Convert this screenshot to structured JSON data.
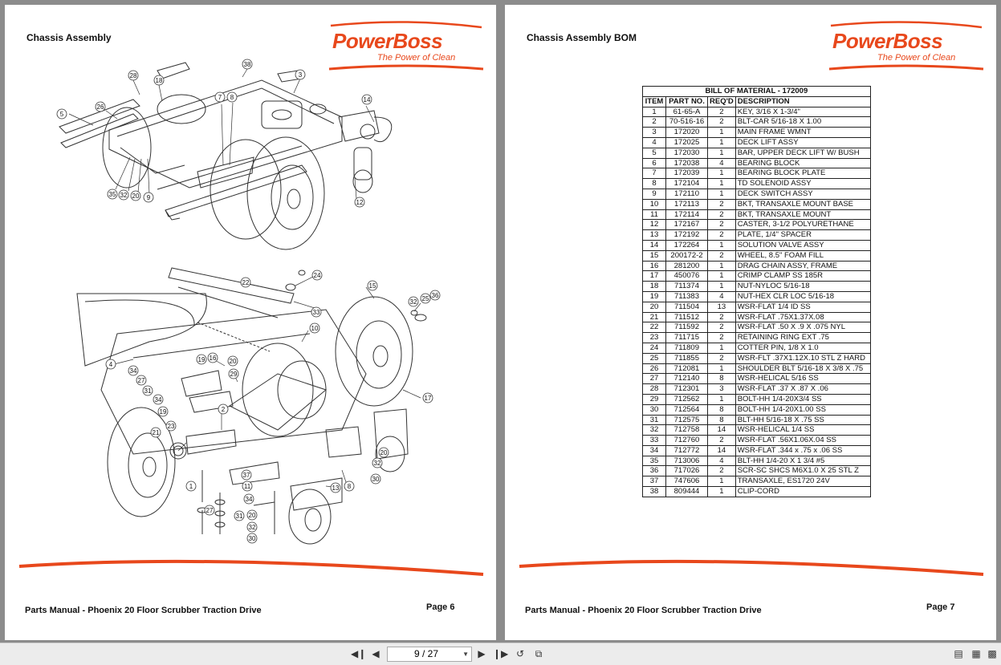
{
  "left_page": {
    "title": "Chassis Assembly",
    "footer": "Parts Manual - Phoenix 20 Floor Scrubber Traction Drive",
    "page_label": "Page 6",
    "callouts_top": [
      "28",
      "18",
      "38",
      "3",
      "5",
      "26",
      "7",
      "8",
      "14",
      "35",
      "32",
      "20",
      "9",
      "12"
    ],
    "callouts_bottom": [
      "24",
      "22",
      "15",
      "25",
      "36",
      "32",
      "33",
      "10",
      "4",
      "19",
      "16",
      "20",
      "34",
      "29",
      "27",
      "31",
      "34",
      "19",
      "23",
      "21",
      "17",
      "2",
      "37",
      "11",
      "34",
      "20",
      "32",
      "30",
      "13",
      "8",
      "1",
      "27",
      "31",
      "20",
      "32",
      "30"
    ]
  },
  "right_page": {
    "title": "Chassis Assembly BOM",
    "footer": "Parts Manual - Phoenix 20 Floor Scrubber Traction Drive",
    "page_label": "Page 7"
  },
  "brand": {
    "name": "PowerBoss",
    "tagline": "The Power of Clean",
    "color": "#e8481c"
  },
  "bom": {
    "title": "BILL OF MATERIAL - 172009",
    "headers": [
      "ITEM",
      "PART NO.",
      "REQ'D",
      "DESCRIPTION"
    ],
    "rows": [
      [
        "1",
        "61-65-A",
        "2",
        "KEY, 3/16 X 1-3/4\""
      ],
      [
        "2",
        "70-516-16",
        "2",
        "BLT-CAR 5/16-18 X 1.00"
      ],
      [
        "3",
        "172020",
        "1",
        "MAIN FRAME WMNT"
      ],
      [
        "4",
        "172025",
        "1",
        "DECK LIFT ASSY"
      ],
      [
        "5",
        "172030",
        "1",
        "BAR, UPPER DECK LIFT W/ BUSH"
      ],
      [
        "6",
        "172038",
        "4",
        "BEARING BLOCK"
      ],
      [
        "7",
        "172039",
        "1",
        "BEARING BLOCK PLATE"
      ],
      [
        "8",
        "172104",
        "1",
        "TD SOLENOID ASSY"
      ],
      [
        "9",
        "172110",
        "1",
        "DECK SWITCH ASSY"
      ],
      [
        "10",
        "172113",
        "2",
        "BKT, TRANSAXLE MOUNT BASE"
      ],
      [
        "11",
        "172114",
        "2",
        "BKT, TRANSAXLE MOUNT"
      ],
      [
        "12",
        "172167",
        "2",
        "CASTER, 3-1/2 POLYURETHANE"
      ],
      [
        "13",
        "172192",
        "2",
        "PLATE, 1/4\" SPACER"
      ],
      [
        "14",
        "172264",
        "1",
        "SOLUTION VALVE ASSY"
      ],
      [
        "15",
        "200172-2",
        "2",
        "WHEEL, 8.5\" FOAM FILL"
      ],
      [
        "16",
        "281200",
        "1",
        "DRAG CHAIN ASSY, FRAME"
      ],
      [
        "17",
        "450076",
        "1",
        "CRIMP CLAMP SS 185R"
      ],
      [
        "18",
        "711374",
        "1",
        "NUT-NYLOC 5/16-18"
      ],
      [
        "19",
        "711383",
        "4",
        "NUT-HEX CLR LOC 5/16-18"
      ],
      [
        "20",
        "711504",
        "13",
        "WSR-FLAT 1/4 ID SS"
      ],
      [
        "21",
        "711512",
        "2",
        "WSR-FLAT .75X1.37X.08"
      ],
      [
        "22",
        "711592",
        "2",
        "WSR-FLAT .50 X .9 X .075 NYL"
      ],
      [
        "23",
        "711715",
        "2",
        "RETAINING RING EXT .75"
      ],
      [
        "24",
        "711809",
        "1",
        "COTTER PIN, 1/8 X 1.0"
      ],
      [
        "25",
        "711855",
        "2",
        "WSR-FLT .37X1.12X.10 STL Z HARD"
      ],
      [
        "26",
        "712081",
        "1",
        "SHOULDER BLT 5/16-18 X 3/8 X .75"
      ],
      [
        "27",
        "712140",
        "8",
        "WSR-HELICAL 5/16 SS"
      ],
      [
        "28",
        "712301",
        "3",
        "WSR-FLAT .37 X .87 X .06"
      ],
      [
        "29",
        "712562",
        "1",
        "BOLT-HH 1/4-20X3/4 SS"
      ],
      [
        "30",
        "712564",
        "8",
        "BOLT-HH 1/4-20X1.00 SS"
      ],
      [
        "31",
        "712575",
        "8",
        "BLT-HH 5/16-18 X .75 SS"
      ],
      [
        "32",
        "712758",
        "14",
        "WSR-HELICAL 1/4 SS"
      ],
      [
        "33",
        "712760",
        "2",
        "WSR-FLAT .56X1.06X.04 SS"
      ],
      [
        "34",
        "712772",
        "14",
        "WSR-FLAT .344 x .75 x .06 SS"
      ],
      [
        "35",
        "713006",
        "4",
        "BLT-HH 1/4-20 X 1 3/4 #5"
      ],
      [
        "36",
        "717026",
        "2",
        "SCR-SC SHCS M6X1.0 X 25 STL Z"
      ],
      [
        "37",
        "747606",
        "1",
        "TRANSAXLE, ES1720 24V"
      ],
      [
        "38",
        "809444",
        "1",
        "CLIP-CORD"
      ]
    ]
  },
  "toolbar": {
    "page_indicator": "9 / 27",
    "first_icon": "first-page-icon",
    "prev_icon": "prev-page-icon",
    "next_icon": "next-page-icon",
    "last_icon": "last-page-icon"
  }
}
